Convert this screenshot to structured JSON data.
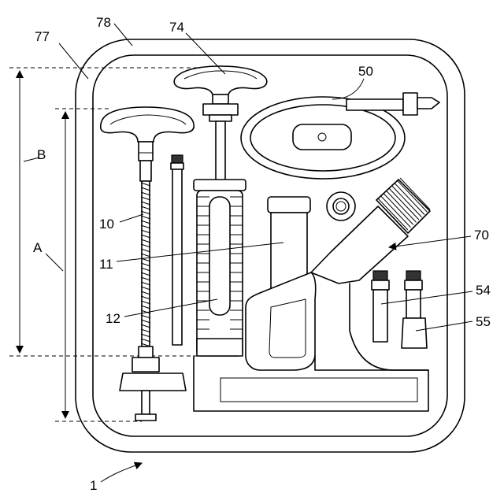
{
  "labels": {
    "l78": "78",
    "l77": "77",
    "l74": "74",
    "l50": "50",
    "lB": "B",
    "lA": "A",
    "l10": "10",
    "l11": "11",
    "l12": "12",
    "l70": "70",
    "l54": "54",
    "l55": "55",
    "l1": "1"
  }
}
